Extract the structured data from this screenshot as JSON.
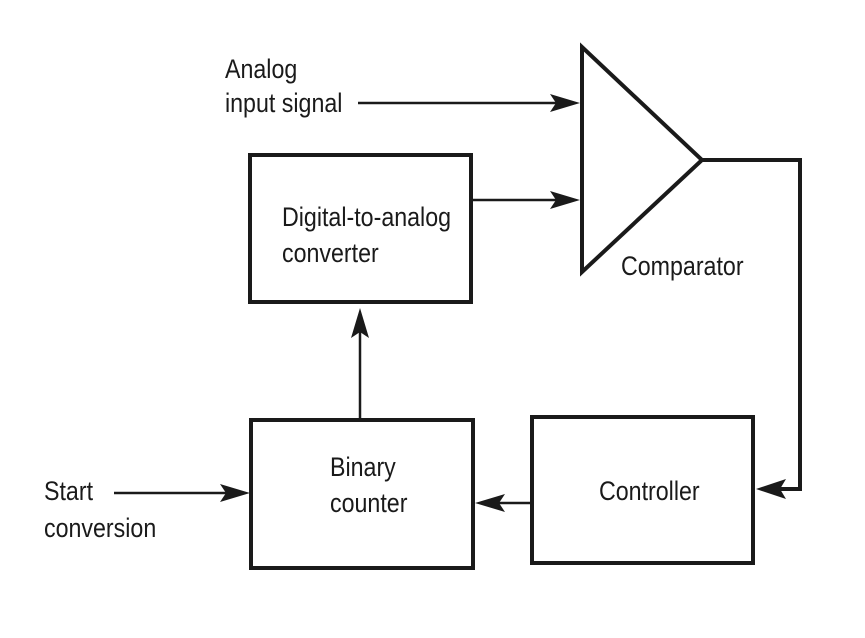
{
  "labels": {
    "analog_input_line1": "Analog",
    "analog_input_line2": "input signal",
    "dac_line1": "Digital-to-analog",
    "dac_line2": "converter",
    "comparator": "Comparator",
    "binary_counter_line1": "Binary",
    "binary_counter_line2": "counter",
    "controller": "Controller",
    "start_line1": "Start",
    "start_line2": "conversion"
  },
  "colors": {
    "ink": "#1a1a1a",
    "background": "#ffffff"
  }
}
